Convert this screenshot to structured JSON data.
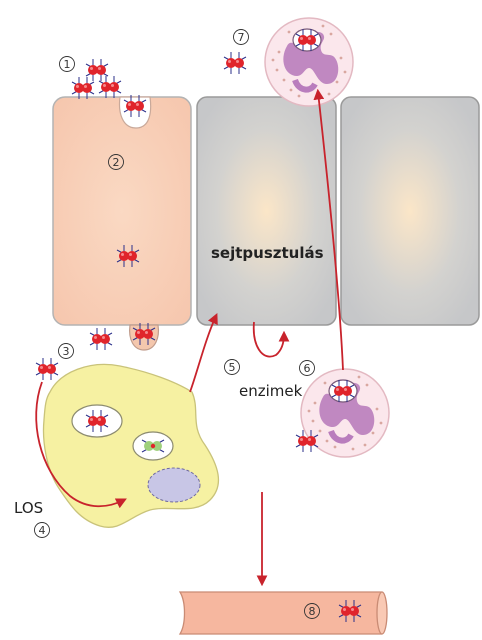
{
  "labels": {
    "cell_death": "sejtpusztulás",
    "enzymes": "enzimek",
    "los": "LOS"
  },
  "steps": [
    "1",
    "2",
    "3",
    "4",
    "5",
    "6",
    "7",
    "8"
  ],
  "colors": {
    "epithelial_cell": "#f8cdb5",
    "dying_cell": "#c9cacb",
    "macrophage": "#f6f1a2",
    "neutrophil": "#e9d0e8",
    "neutrophil_nucleus": "#b97dbd",
    "bacterium": "#e0242b",
    "arrow": "#c8232c",
    "blood_vessel": "#f6b79f"
  },
  "icons": [
    "diplococcus-icon"
  ]
}
